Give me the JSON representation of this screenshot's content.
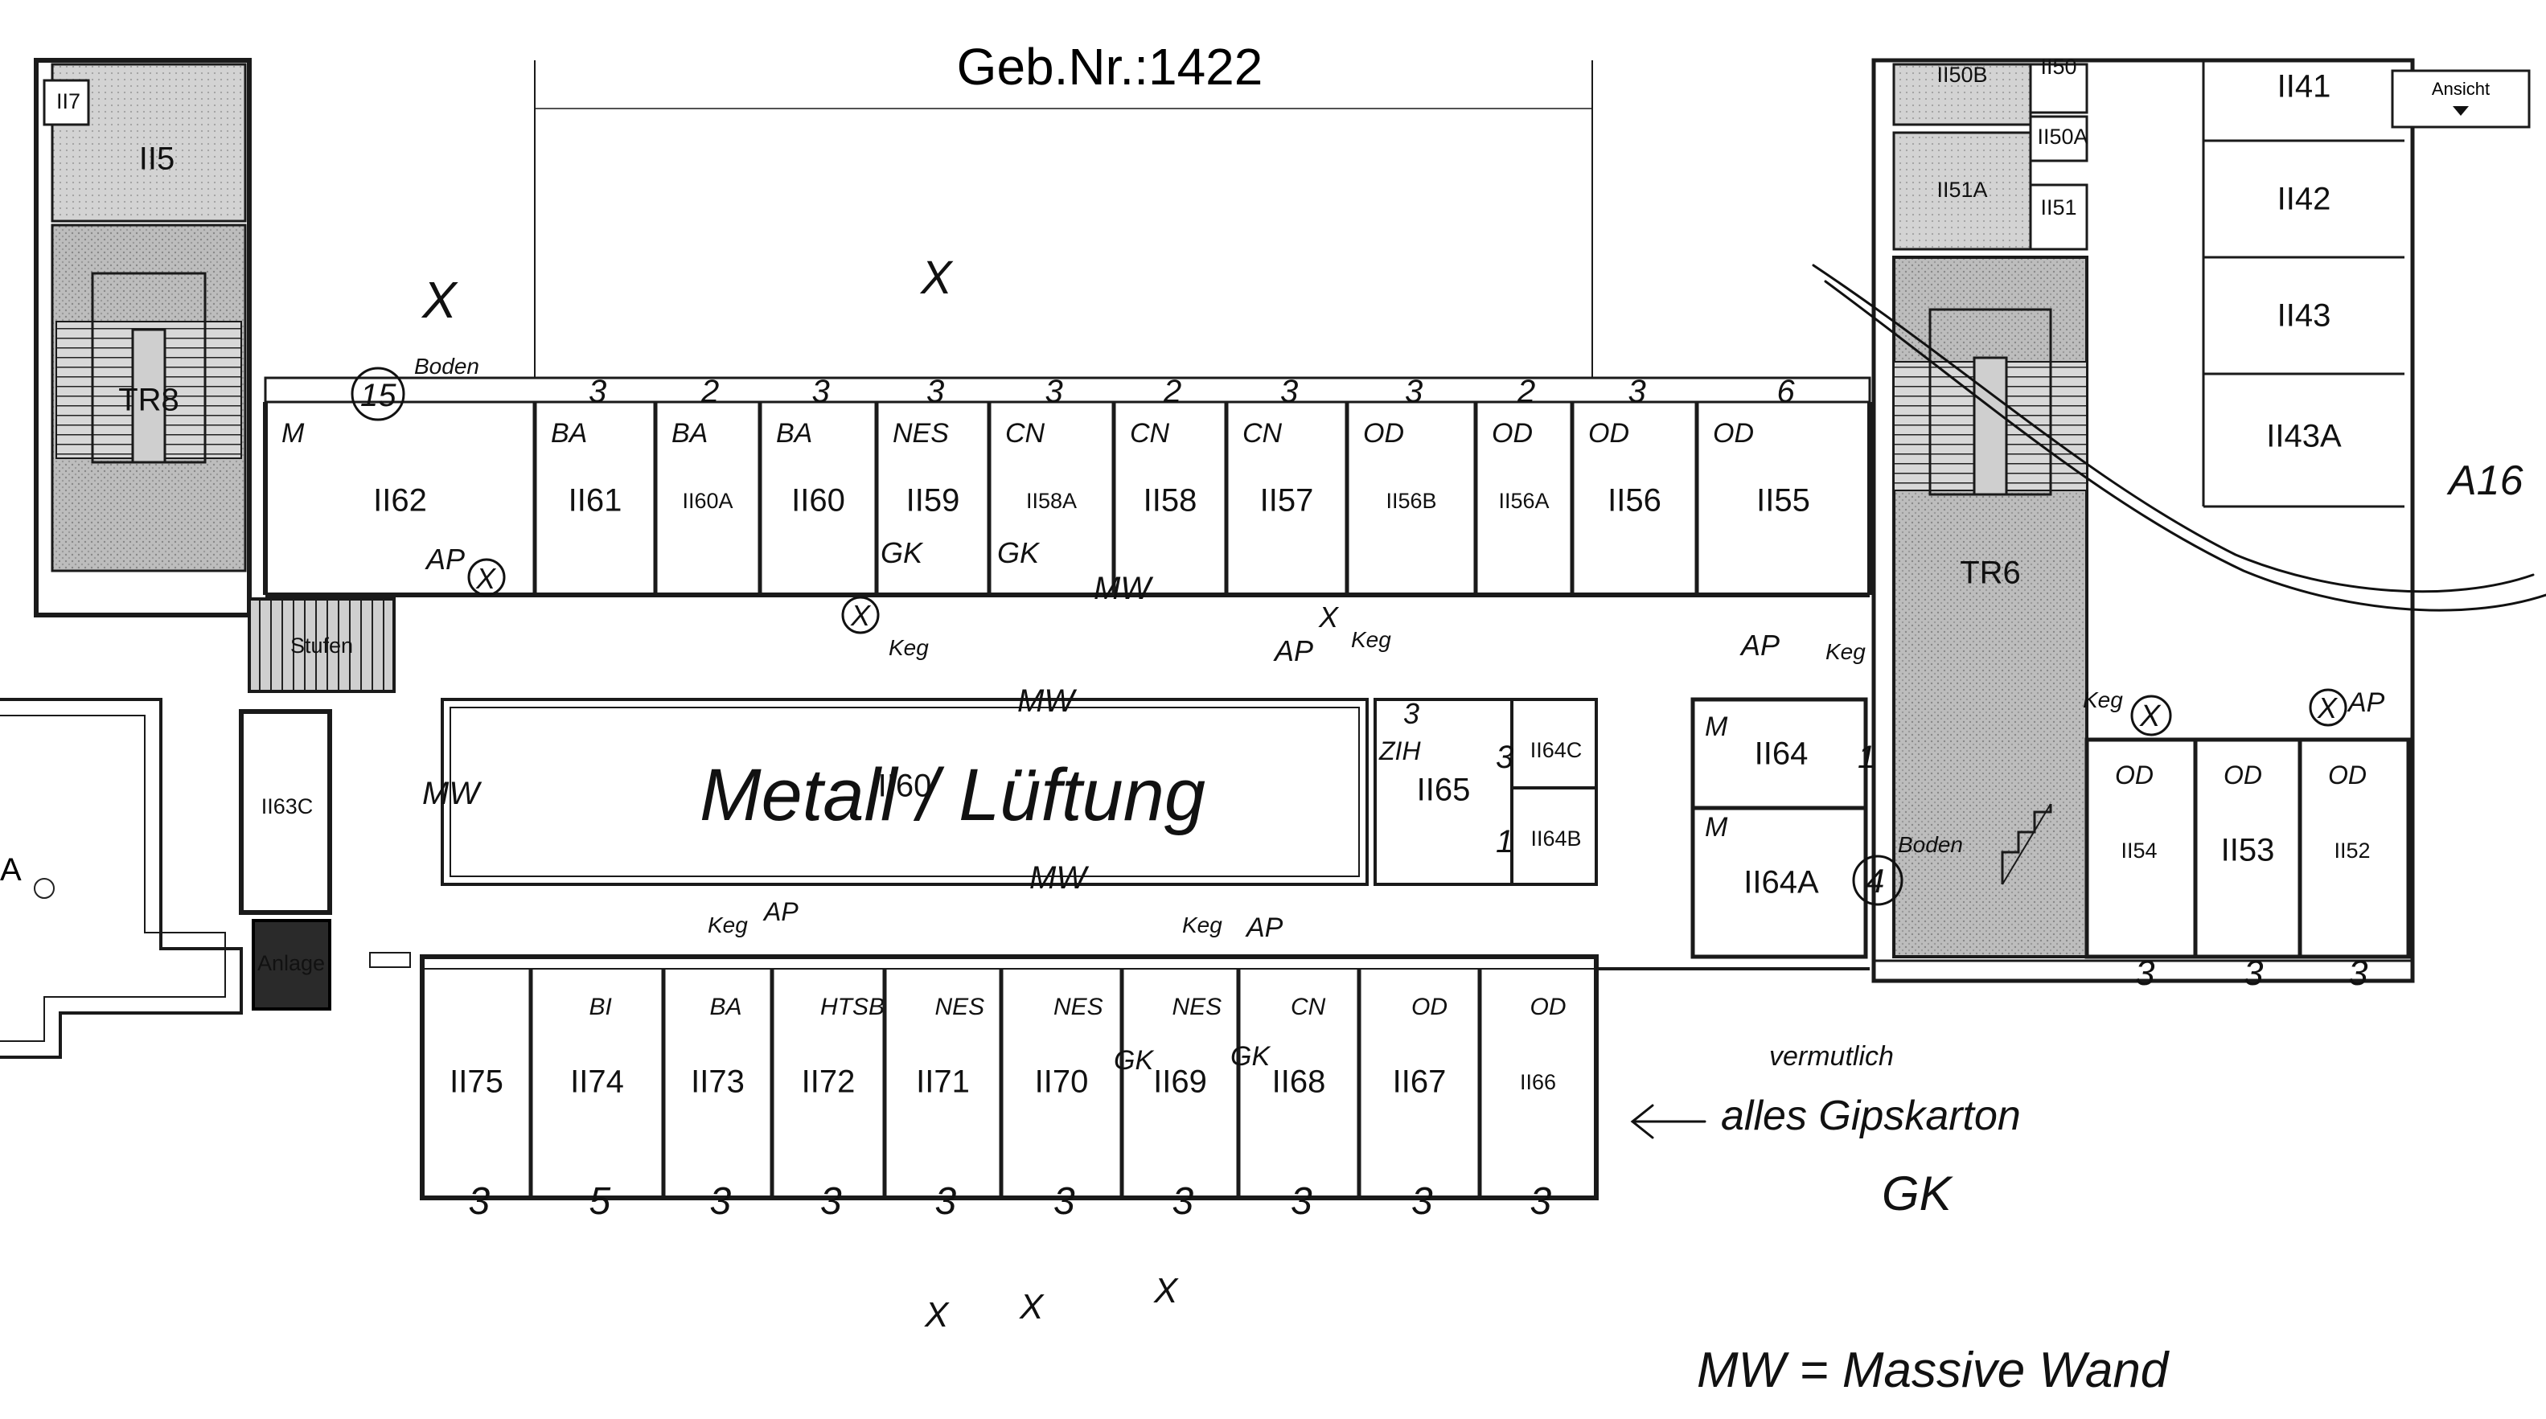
{
  "title": "Geb.Nr.:1422",
  "view_button": "Ansicht",
  "stair_labels": {
    "tr8": "TR8",
    "tr6": "TR6",
    "stairs": "Stufen",
    "technical": "Anlage"
  },
  "rooms_north": [
    {
      "id": "II62",
      "mark": "M"
    },
    {
      "id": "II61",
      "mark": "BA",
      "count": "3"
    },
    {
      "id": "II60A",
      "mark": "BA",
      "count": "2"
    },
    {
      "id": "II60",
      "mark": "BA",
      "count": "3"
    },
    {
      "id": "II59",
      "mark": "NES",
      "count": "3"
    },
    {
      "id": "II58A",
      "mark": "CN",
      "count": "3"
    },
    {
      "id": "II58",
      "mark": "CN",
      "count": "2"
    },
    {
      "id": "II57",
      "mark": "CN",
      "count": "3"
    },
    {
      "id": "II56B",
      "mark": "OD",
      "count": "3"
    },
    {
      "id": "II56A",
      "mark": "OD",
      "count": "2"
    },
    {
      "id": "II56",
      "mark": "OD",
      "count": "3"
    },
    {
      "id": "II55",
      "mark": "OD",
      "count": "6"
    }
  ],
  "rooms_south": [
    {
      "id": "II75",
      "count": "3"
    },
    {
      "id": "II74",
      "mark": "BI",
      "count": "5"
    },
    {
      "id": "II73",
      "mark": "BA",
      "count": "3"
    },
    {
      "id": "II72",
      "mark": "HTSB",
      "count": "3"
    },
    {
      "id": "II71",
      "mark": "NES",
      "count": "3"
    },
    {
      "id": "II70",
      "mark": "NES",
      "count": "3"
    },
    {
      "id": "II69",
      "mark": "NES",
      "count": "3"
    },
    {
      "id": "II68",
      "mark": "CN",
      "count": "3"
    },
    {
      "id": "II67",
      "mark": "OD",
      "count": "3"
    },
    {
      "id": "II66",
      "mark": "OD",
      "count": "3"
    }
  ],
  "rooms_east": [
    {
      "id": "II54",
      "mark": "OD",
      "count": "3"
    },
    {
      "id": "II53",
      "mark": "OD",
      "count": "3"
    },
    {
      "id": "II52",
      "mark": "OD",
      "count": "3"
    }
  ],
  "rooms_other": {
    "ii7": "II7",
    "ii5": "II5",
    "ii63c": "II63C",
    "ii60": "II60",
    "ii65": "II65",
    "ii64c": "II64C",
    "ii64b": "II64B",
    "ii64": "II64",
    "ii64a": "II64A",
    "ii50b": "II50B",
    "ii50": "II50",
    "ii50a": "II50A",
    "ii51a": "II51A",
    "ii51": "II51",
    "ii41": "II41",
    "ii42": "II42",
    "ii43": "II43",
    "ii43a": "II43A",
    "left_edge": "A",
    "right_edge": "A16"
  },
  "annotations": {
    "center": "Metall / Lüftung",
    "mw": "MW",
    "legend_mw": "MW = Massive Wand",
    "all_gk_1": "vermutlich",
    "all_gk_2": "alles Gipskarton",
    "all_gk_3": "GK",
    "gk": "GK",
    "ap": "AP",
    "keg": "Keg",
    "boden": "Boden",
    "n15": "15",
    "n4": "4",
    "zih": "ZIH",
    "x": "X",
    "m": "M",
    "count_3": "3",
    "count_1": "1"
  }
}
